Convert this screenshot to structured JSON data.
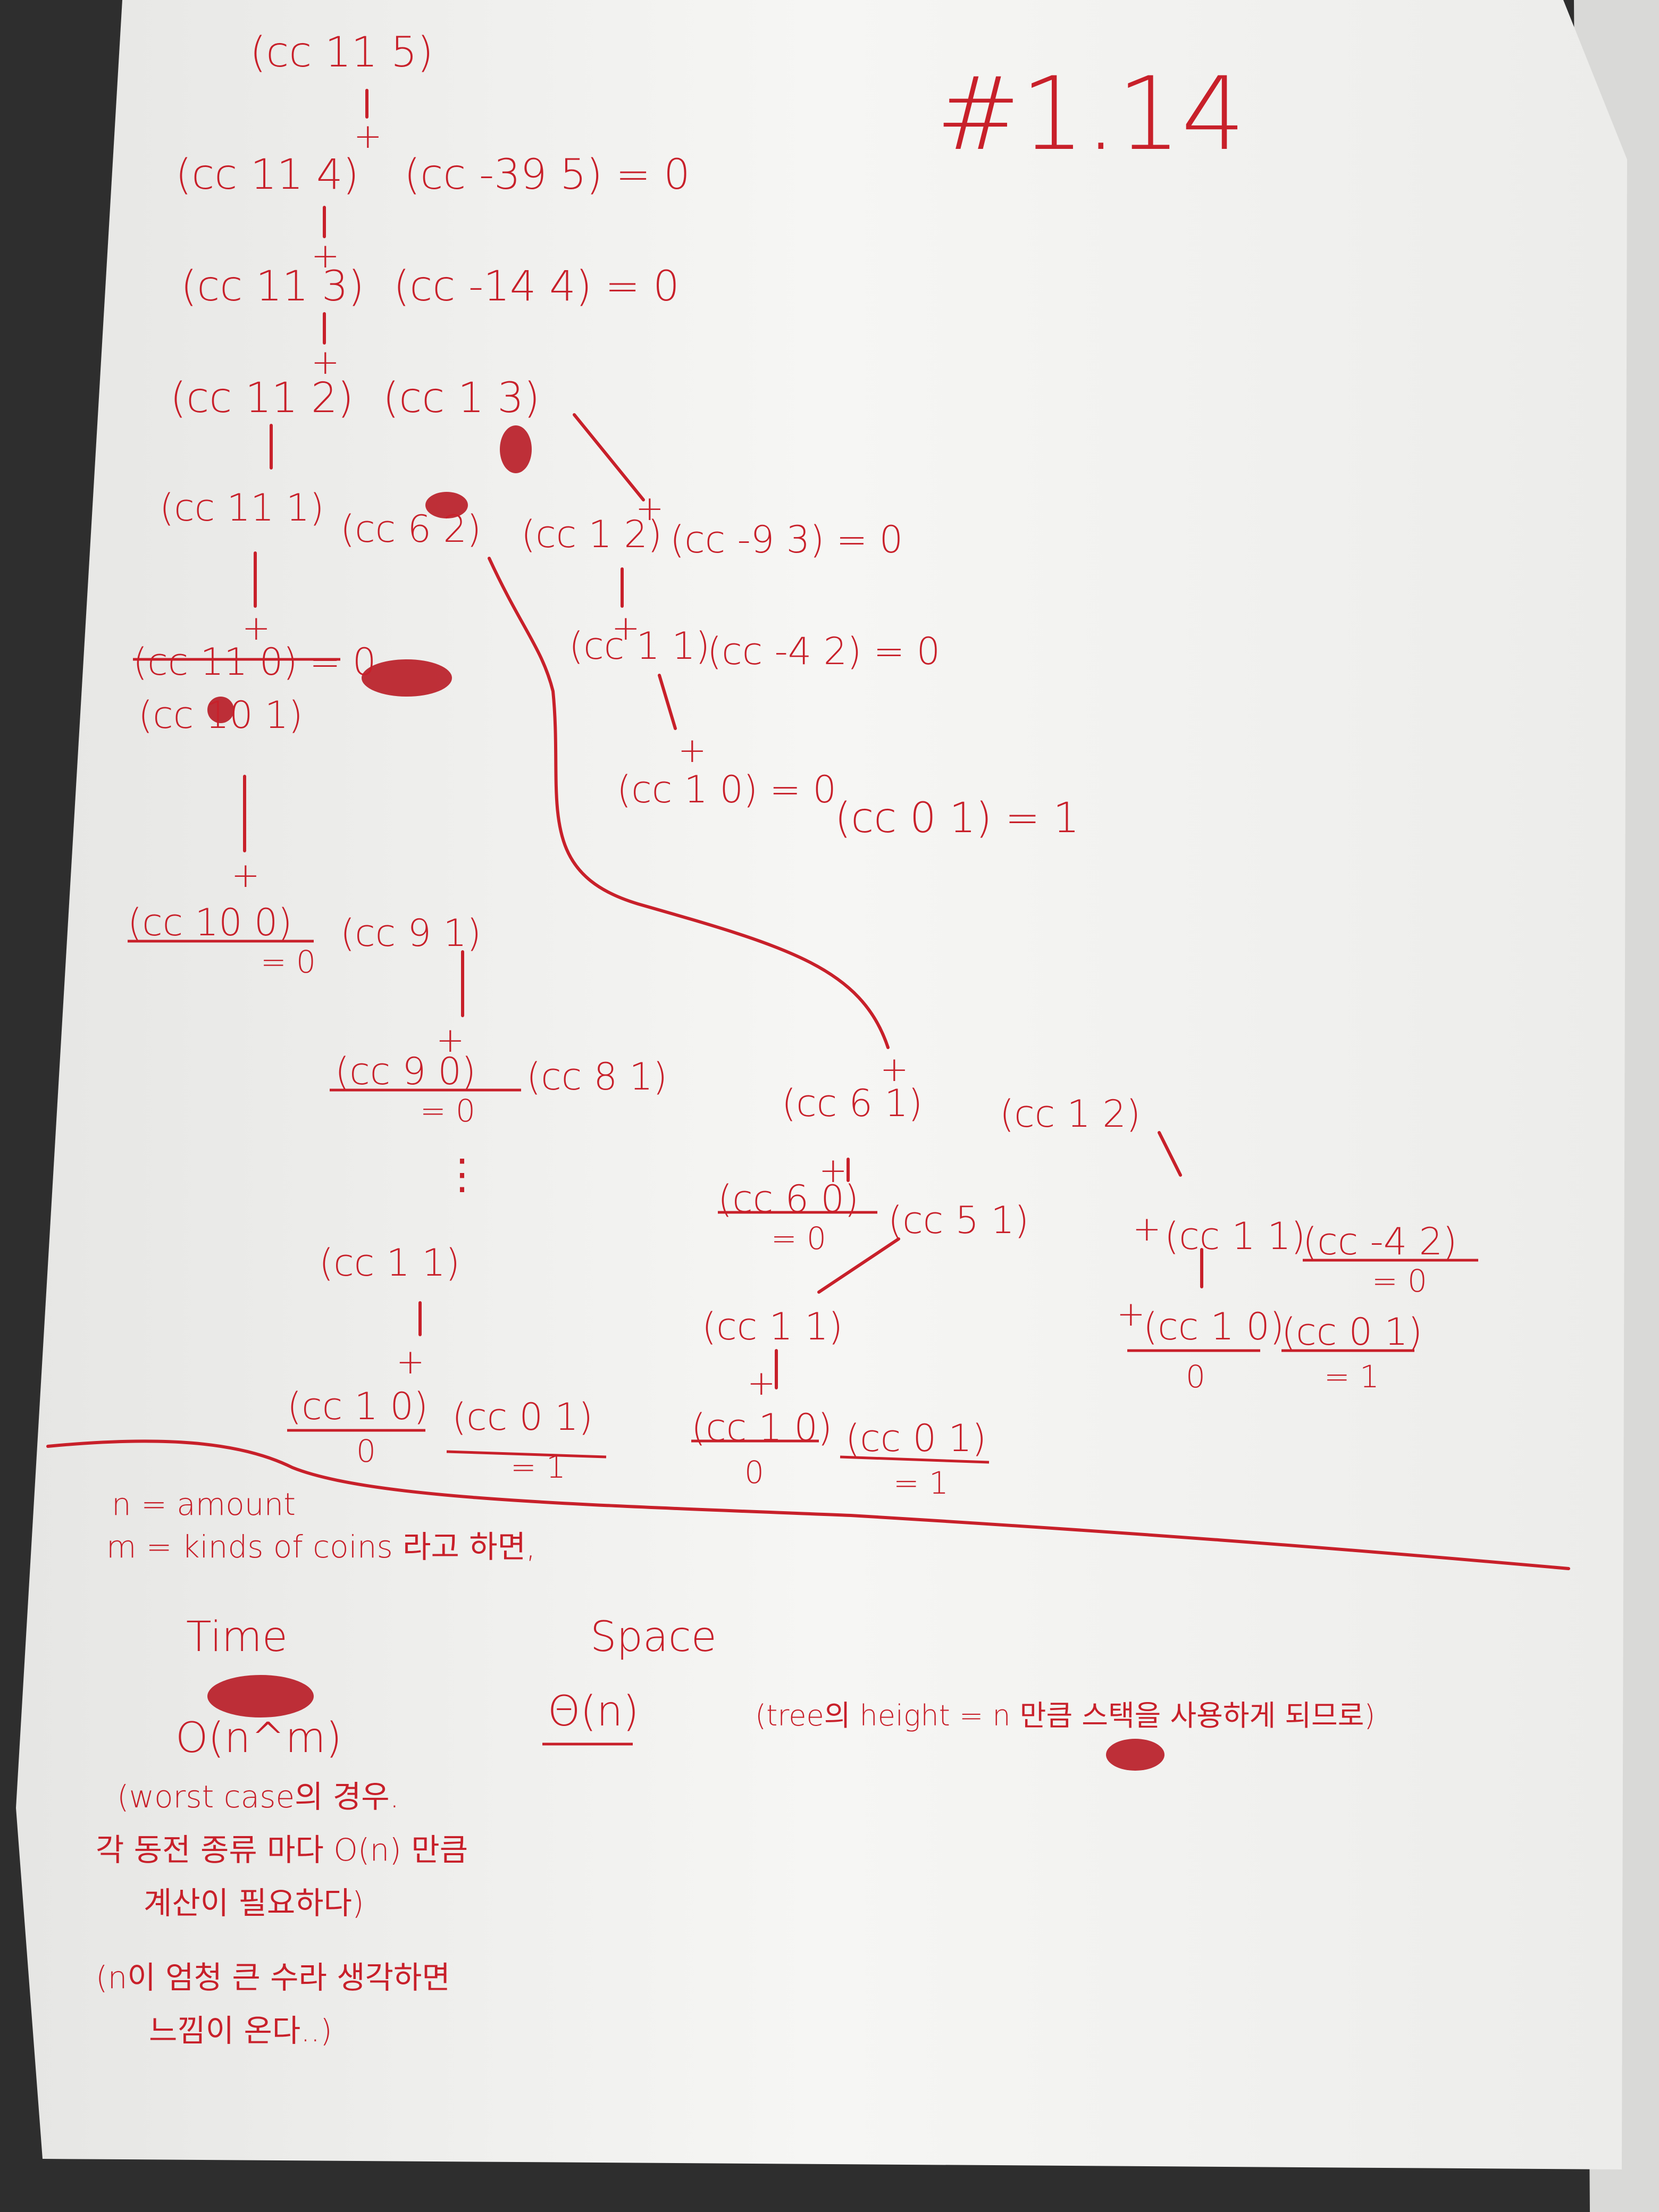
{
  "header": {
    "problem_number": "#1.14"
  },
  "tree": {
    "root": "(cc 11 5)",
    "row1": {
      "left": "(cc 11 4)",
      "right": "(cc -39 5) = 0"
    },
    "row2": {
      "left": "(cc 11 3)",
      "right": "(cc -14 4) = 0"
    },
    "row3": {
      "left": "(cc 11 2)",
      "right": "(cc 1 3)"
    },
    "row4": {
      "left": "(cc 11 1)",
      "mid": "(cc 6 2)",
      "right_a": "(cc 1 2)",
      "right_b": "(cc -9 3) = 0"
    },
    "row5": {
      "left": "(cc 11 0) = 0",
      "right_a": "(cc 1 1)",
      "right_b": "(cc -4 2) = 0"
    },
    "row6": {
      "left": "(cc 10 1)",
      "right_a": "(cc 1 0) = 0",
      "right_b": "(cc 0 1) = 1"
    },
    "row7": {
      "left": "(cc 10 0)",
      "left_eq": "= 0",
      "right": "(cc 9 1)"
    },
    "row8": {
      "left": "(cc 9 0)",
      "left_eq": "= 0",
      "right": "(cc 8 1)"
    },
    "ellipsis": "⋮",
    "row9": {
      "left": "(cc 1 1)"
    },
    "row10": {
      "left": "(cc 1 0)",
      "left_eq": "0",
      "right": "(cc 0 1)",
      "right_eq": "= 1"
    },
    "branch": {
      "a": "(cc 6 1)",
      "b": "(cc 1 2)",
      "c": "(cc 6 0)",
      "c_eq": "= 0",
      "d": "(cc 5 1)",
      "e": "(cc 1 1)",
      "f": "(cc -4 2)",
      "f_eq": "= 0",
      "g": "(cc 1 1)",
      "h": "(cc 1 0)",
      "h_eq": "0",
      "i": "(cc 0 1)",
      "i_eq": "= 1",
      "j": "(cc 1 0)",
      "j_eq": "0",
      "k": "(cc 0 1)",
      "k_eq": "= 1"
    },
    "plus": "+"
  },
  "notes": {
    "def_n": "n = amount",
    "def_m": "m = kinds of coins  라고 하면,",
    "time_label": "Time",
    "time_value": "O(n^m)",
    "time_note_1": "(worst case의 경우.",
    "time_note_2": "각 동전 종류 마다  O(n) 만큼",
    "time_note_3": "계산이 필요하다)",
    "time_note_4": "(n이 엄청 큰 수라 생각하면",
    "time_note_5": "느낌이 온다..)",
    "space_label": "Space",
    "space_value": "Θ(n)",
    "space_note": "(tree의 height = n 만큼 스택을 사용하게 되므로)"
  },
  "colors": {
    "ink": "#c8202a",
    "paper": "#f4f4f2",
    "desk": "#2b2b2b"
  }
}
